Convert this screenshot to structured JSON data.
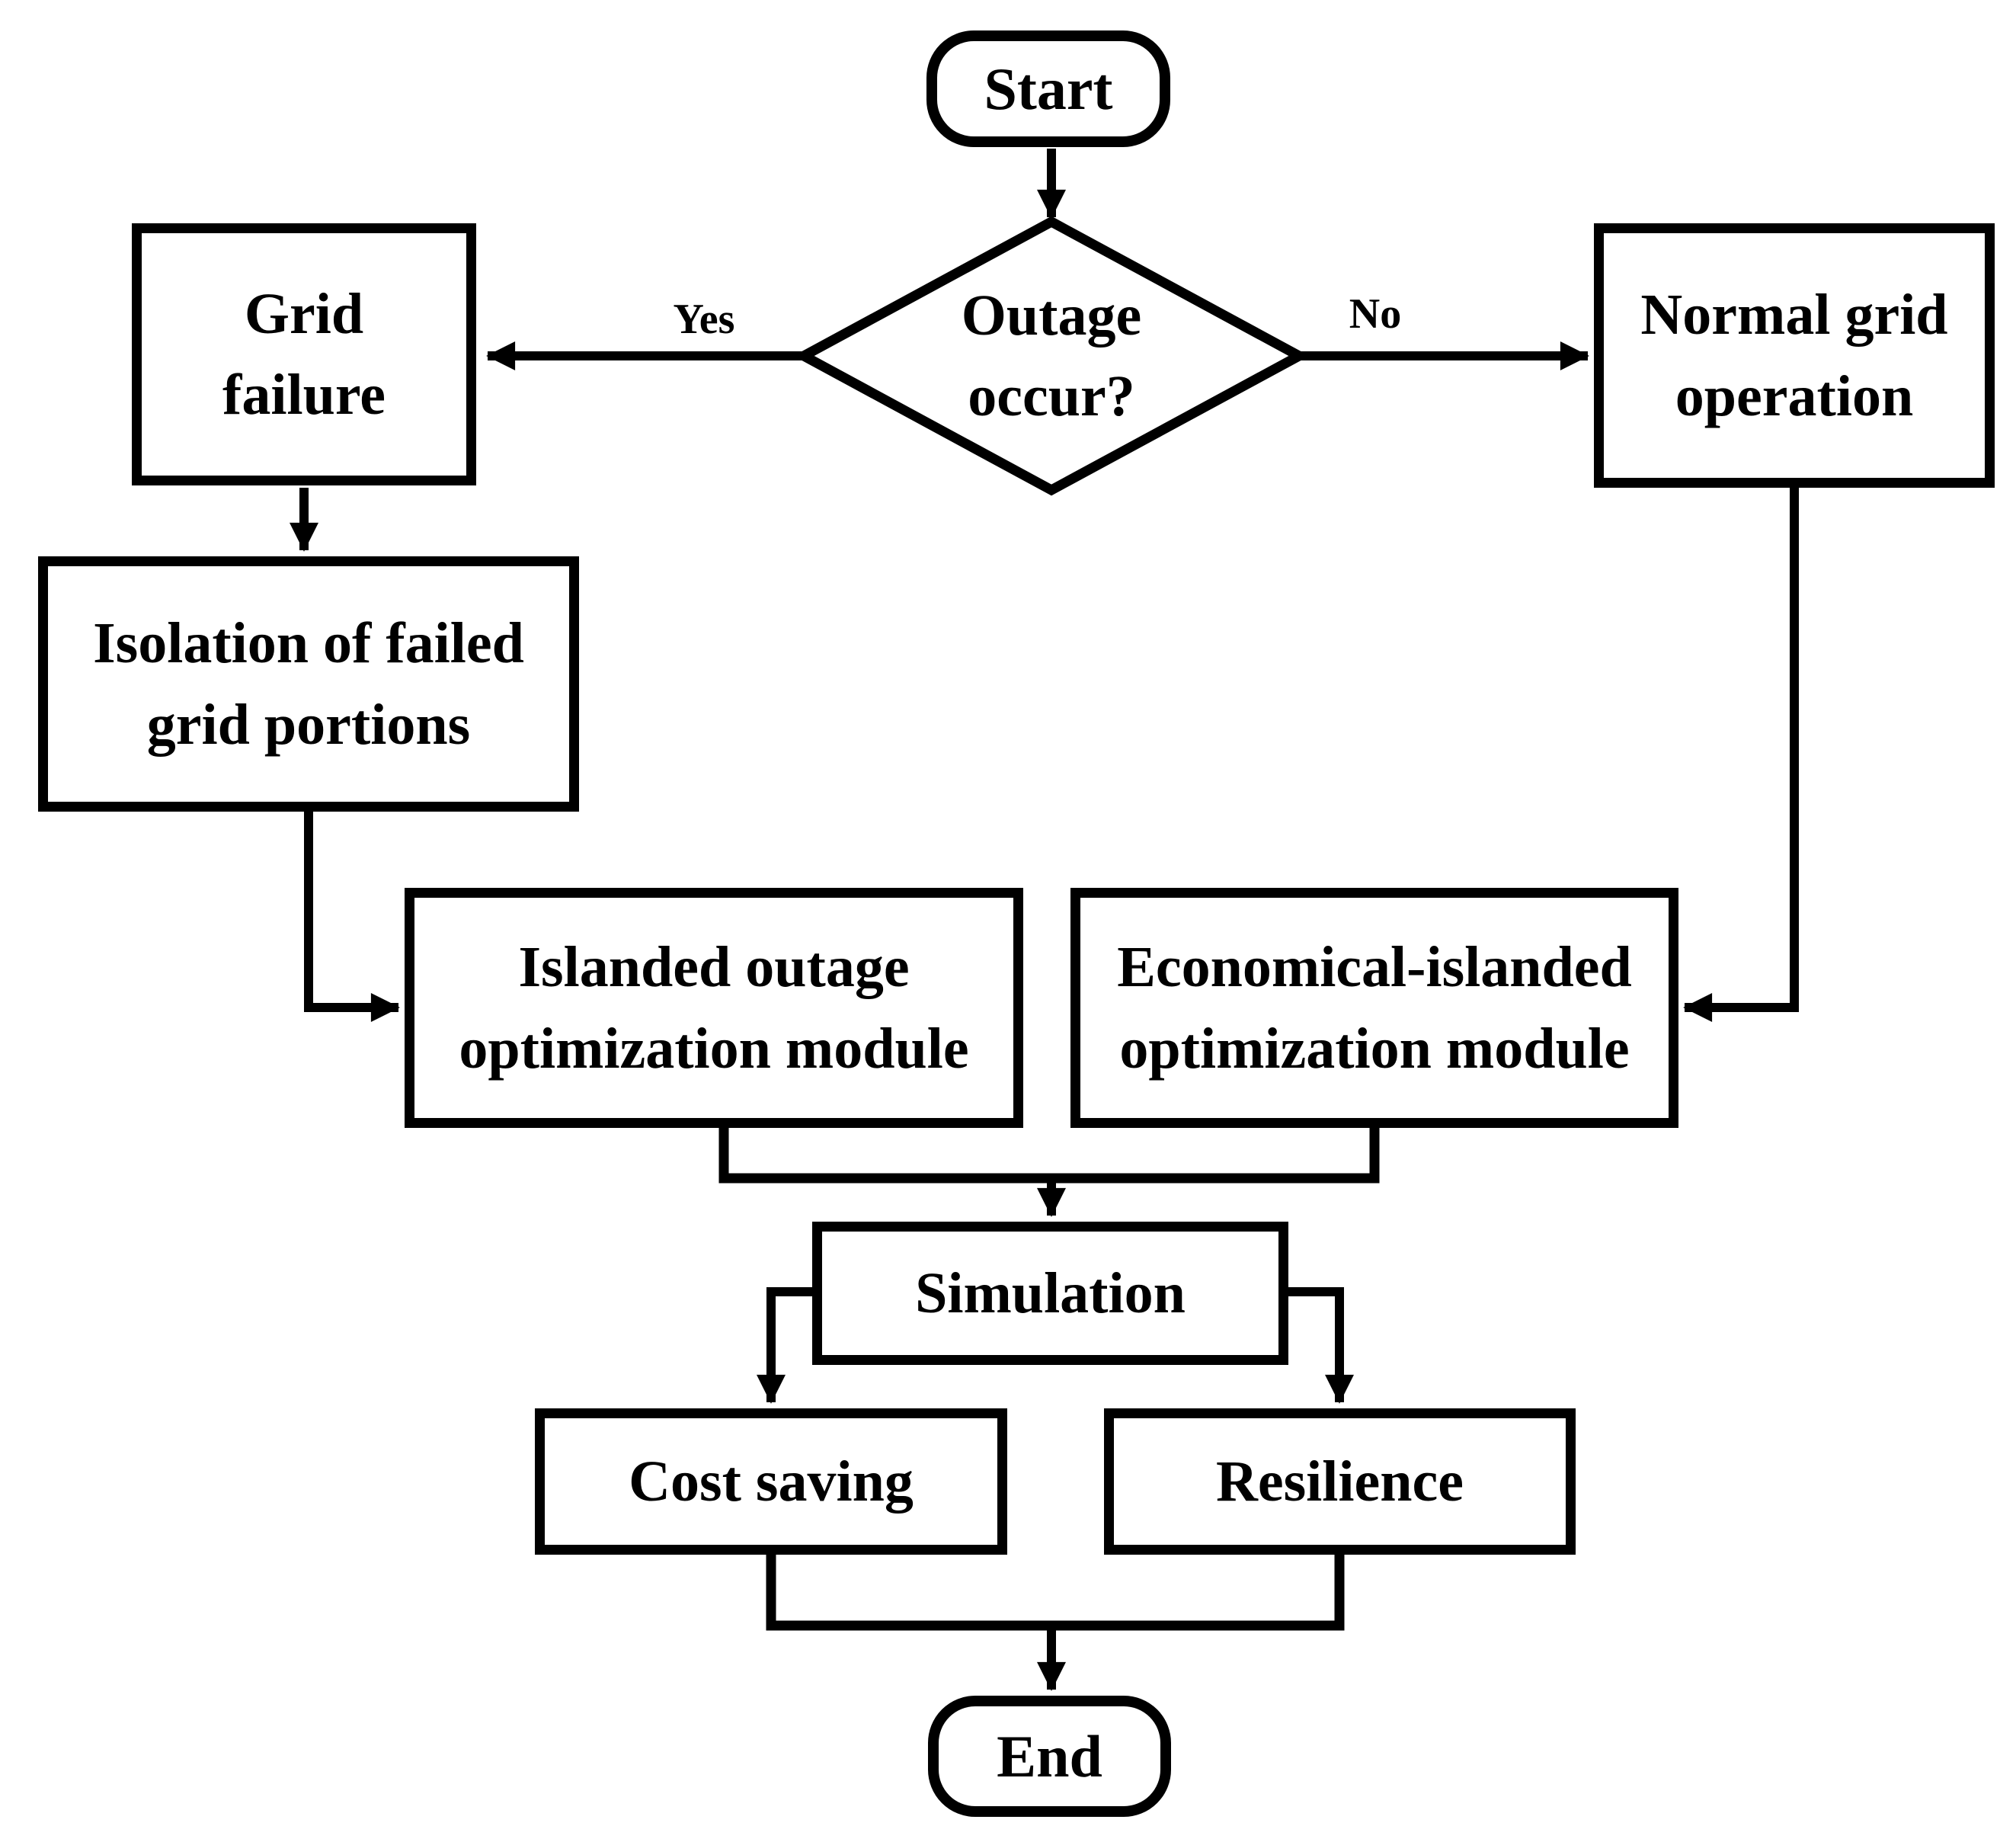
{
  "flowchart": {
    "background_color": "#ffffff",
    "line_color": "#000000",
    "text_color": "#000000",
    "nodes": {
      "start": {
        "label": "Start",
        "shape": "terminator"
      },
      "outage_decision": {
        "label": "Outage occur?",
        "shape": "decision"
      },
      "grid_failure": {
        "label": "Grid failure",
        "shape": "process"
      },
      "normal_grid_operation": {
        "label": "Normal grid operation",
        "shape": "process"
      },
      "isolation": {
        "label": "Isolation of failed grid portions",
        "shape": "process"
      },
      "islanded_module": {
        "label": "Islanded outage optimization module",
        "shape": "process"
      },
      "economical_module": {
        "label": "Economical-islanded optimization module",
        "shape": "process"
      },
      "simulation": {
        "label": "Simulation",
        "shape": "process"
      },
      "cost_saving": {
        "label": "Cost saving",
        "shape": "process"
      },
      "resilience": {
        "label": "Resilience",
        "shape": "process"
      },
      "end": {
        "label": "End",
        "shape": "terminator"
      }
    },
    "edge_labels": {
      "yes": "Yes",
      "no": "No"
    }
  }
}
